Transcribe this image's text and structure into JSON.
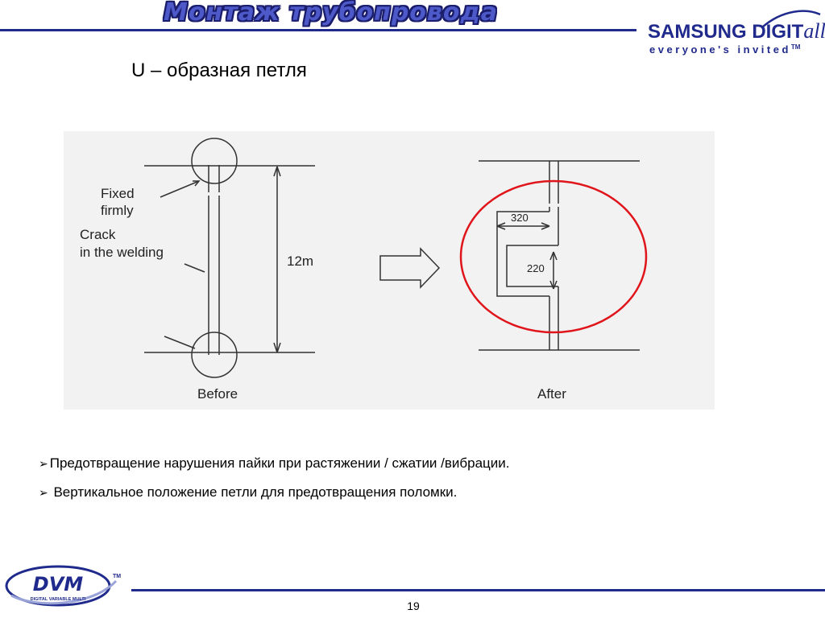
{
  "header": {
    "title": "Монтаж трубопровода",
    "brand": {
      "name_main": "SAMSUNG DIGIT",
      "name_script": "all",
      "tagline": "everyone's invited",
      "tm": "TM"
    }
  },
  "slide": {
    "title": "U – образная петля"
  },
  "figure": {
    "label_fixed_line1": "Fixed",
    "label_fixed_line2": "firmly",
    "label_crack_line1": "Crack",
    "label_crack_line2": "in the welding",
    "label_length": "12m",
    "label_before": "Before",
    "label_after": "After",
    "label_dim_320": "320",
    "label_dim_220": "220",
    "highlight_color": "#e0151b"
  },
  "bullets": [
    {
      "marker": "➢",
      "text": "Предотвращение нарушения пайки при растяжении / сжатии /вибрации."
    },
    {
      "marker": "➢",
      "text": " Вертикальное положение петли для предотвращения поломки."
    }
  ],
  "footer": {
    "logo_text": "DVM",
    "logo_tm": "TM",
    "logo_subtext": "DIGITAL VARIABLE MULTI",
    "page_number": "19"
  },
  "colors": {
    "brand_blue": "#1f2a8c",
    "title_blue": "#4d59c8"
  }
}
